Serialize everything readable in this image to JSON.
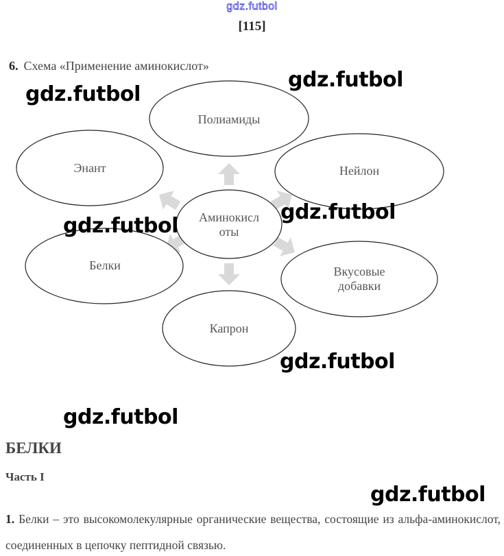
{
  "header": {
    "watermark": "gdz.futbol",
    "page_number": "[115]"
  },
  "task6": {
    "number": "6.",
    "title": "Схема «Применение аминокислот»"
  },
  "diagram": {
    "center": [
      "Аминокисл",
      "оты"
    ],
    "nodes": [
      [
        "Полиамиды"
      ],
      [
        "Нейлон"
      ],
      [
        "Вкусовые",
        "добавки"
      ],
      [
        "Капрон"
      ],
      [
        "Белки"
      ],
      [
        "Энант"
      ]
    ],
    "arrow_color": "#d9d9d9"
  },
  "watermarks": [
    "gdz.futbol",
    "gdz.futbol",
    "gdz.futbol",
    "gdz.futbol",
    "gdz.futbol",
    "gdz.futbol",
    "gdz.futbol"
  ],
  "section": {
    "title": "БЕЛКИ",
    "part": "Часть I"
  },
  "question1": {
    "number": "1.",
    "text": "Белки – это высокомолекулярные органические вещества, состоящие из альфа-аминокислот, соединенных в цепочку пептидной связью."
  }
}
